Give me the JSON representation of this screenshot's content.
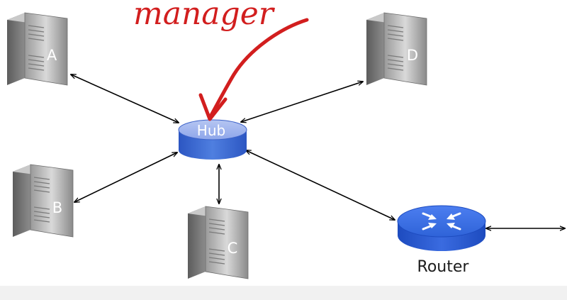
{
  "annotation": {
    "handwritten_text": "manager",
    "ink_color": "#d21e1e"
  },
  "hub": {
    "label": "Hub",
    "color": "#4f7fe0"
  },
  "router": {
    "label": "Router",
    "color": "#2f63d8"
  },
  "servers": [
    {
      "id": "a",
      "label": "A"
    },
    {
      "id": "b",
      "label": "B"
    },
    {
      "id": "c",
      "label": "C"
    },
    {
      "id": "d",
      "label": "D"
    }
  ],
  "connections": [
    {
      "from": "server-a",
      "to": "hub"
    },
    {
      "from": "server-b",
      "to": "hub"
    },
    {
      "from": "server-c",
      "to": "hub"
    },
    {
      "from": "server-d",
      "to": "hub"
    },
    {
      "from": "hub",
      "to": "router"
    },
    {
      "from": "router",
      "to": "external"
    }
  ]
}
